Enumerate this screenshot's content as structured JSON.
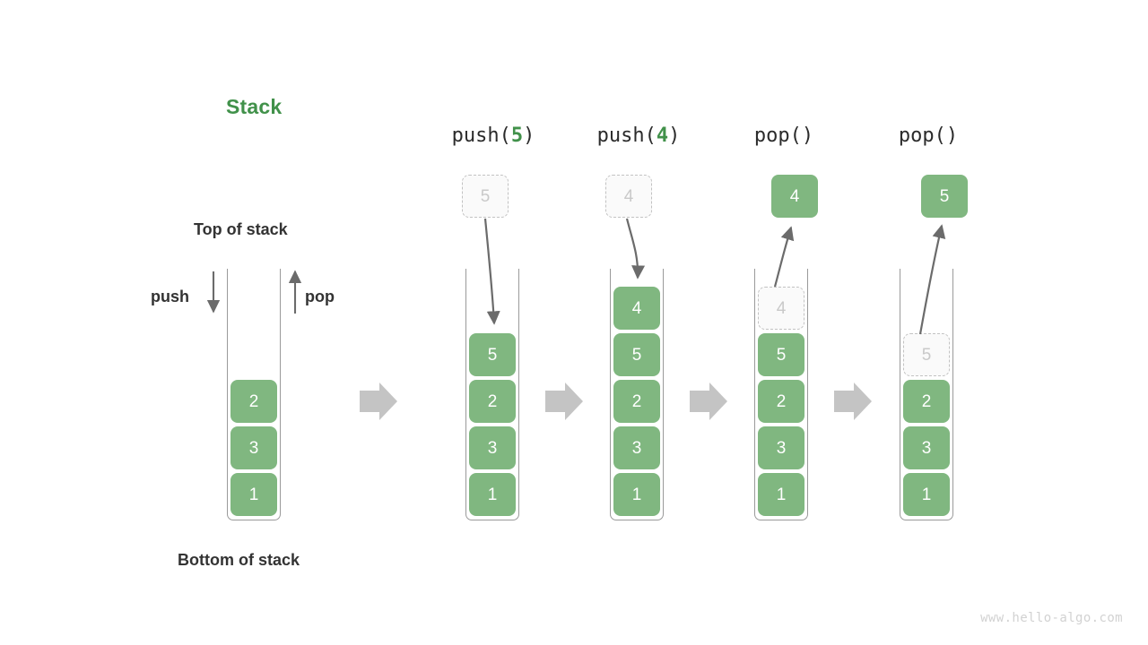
{
  "diagram": {
    "title": "Stack",
    "title_color": "#41914a",
    "cell_color": "#80b780",
    "ghost_color": "#c9c9c9",
    "arrow_color": "#6b6b6b",
    "transition_arrow_color": "#c4c4c4",
    "labels": {
      "top_of_stack": "Top of stack",
      "bottom_of_stack": "Bottom of stack",
      "push": "push",
      "pop": "pop"
    },
    "watermark": "www.hello-algo.com",
    "panels": [
      {
        "id": "initial",
        "caption": "",
        "caption_arg": "",
        "stack": [
          "2",
          "3",
          "1"
        ],
        "floating": null,
        "ghost_in_stack": null
      },
      {
        "id": "push-5",
        "caption_prefix": "push(",
        "caption_arg": "5",
        "caption_suffix": ")",
        "stack": [
          "5",
          "2",
          "3",
          "1"
        ],
        "floating": {
          "value": "5",
          "style": "ghost"
        },
        "ghost_in_stack": null,
        "arrow_direction": "down"
      },
      {
        "id": "push-4",
        "caption_prefix": "push(",
        "caption_arg": "4",
        "caption_suffix": ")",
        "stack": [
          "4",
          "5",
          "2",
          "3",
          "1"
        ],
        "floating": {
          "value": "4",
          "style": "ghost"
        },
        "ghost_in_stack": null,
        "arrow_direction": "down"
      },
      {
        "id": "pop-1",
        "caption_prefix": "pop(",
        "caption_arg": "",
        "caption_suffix": ")",
        "stack": [
          "5",
          "2",
          "3",
          "1"
        ],
        "floating": {
          "value": "4",
          "style": "solid"
        },
        "ghost_in_stack": {
          "value": "4"
        },
        "arrow_direction": "up"
      },
      {
        "id": "pop-2",
        "caption_prefix": "pop(",
        "caption_arg": "",
        "caption_suffix": ")",
        "stack": [
          "2",
          "3",
          "1"
        ],
        "floating": {
          "value": "5",
          "style": "solid"
        },
        "ghost_in_stack": {
          "value": "5"
        },
        "arrow_direction": "up"
      }
    ],
    "transition_arrows": 4
  }
}
